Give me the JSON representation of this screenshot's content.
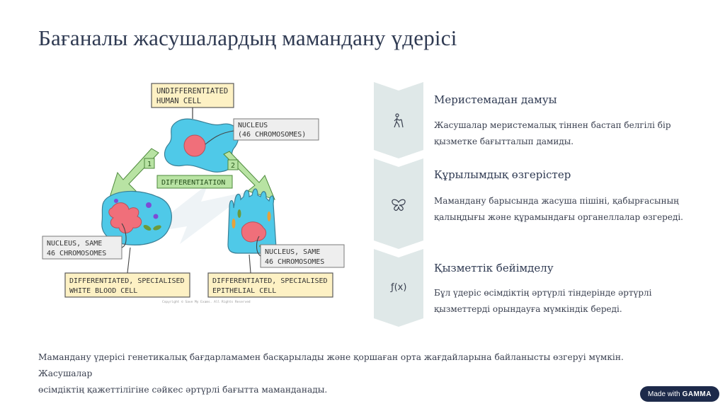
{
  "title": "Бағаналы жасушалардың мамандану үдерісі",
  "diagram": {
    "top_label_1": "UNDIFFERENTIATED",
    "top_label_2": "HUMAN  CELL",
    "nucleus_top_1": "NUCLEUS",
    "nucleus_top_2": "(46  CHROMOSOMES)",
    "arrow_1": "1",
    "arrow_2": "2",
    "differentiation": "DIFFERENTIATION",
    "nucleus_left_1": "NUCLEUS, SAME",
    "nucleus_left_2": "46  CHROMOSOMES",
    "nucleus_right_1": "NUCLEUS, SAME",
    "nucleus_right_2": "46  CHROMOSOMES",
    "wbc_1": "DIFFERENTIATED, SPECIALISED",
    "wbc_2": "WHITE BLOOD  CELL",
    "epi_1": "DIFFERENTIATED, SPECIALISED",
    "epi_2": "EPITHELIAL  CELL",
    "copyright": "Copyright © Save My Exams. All Rights Reserved"
  },
  "steps": [
    {
      "icon": "person-walking-icon",
      "title": "Меристемадан дамуы",
      "line1": "Жасушалар меристемалық тіннен бастап белгілі бір",
      "line2": "қызметке бағытталып дамиды."
    },
    {
      "icon": "butterfly-icon",
      "title": "Құрылымдық өзгерістер",
      "line1": "Мамандану барысында жасуша пішіні, қабырғасының",
      "line2": "қалыңдығы және құрамындағы органеллалар өзгереді."
    },
    {
      "icon": "function-icon",
      "title": "Қызметтік бейімделу",
      "line1": "Бұл үдеріс өсімдіктің әртүрлі тіндерінде әртүрлі",
      "line2": "қызметтерді орындауға мүмкіндік береді."
    }
  ],
  "step_icon_glyphs": {
    "function": "ƒ(x)"
  },
  "footer": {
    "line1": "Мамандану үдерісі генетикалық бағдарламамен басқарылады және қоршаған орта жағдайларына байланысты өзгеруі мүмкін. Жасушалар",
    "line2": "өсімдіктің қажеттілігіне сәйкес әртүрлі бағытта маманданады."
  },
  "badge": {
    "prefix": "Made with",
    "brand": "GAMMA"
  },
  "colors": {
    "chevron": "#dfe8e8",
    "cell": "#4fc9e8",
    "nucleus": "#f06f7a",
    "label_yellow": "#fdf1c4",
    "label_green": "#b8e3a3",
    "label_gray": "#eeeeee"
  }
}
